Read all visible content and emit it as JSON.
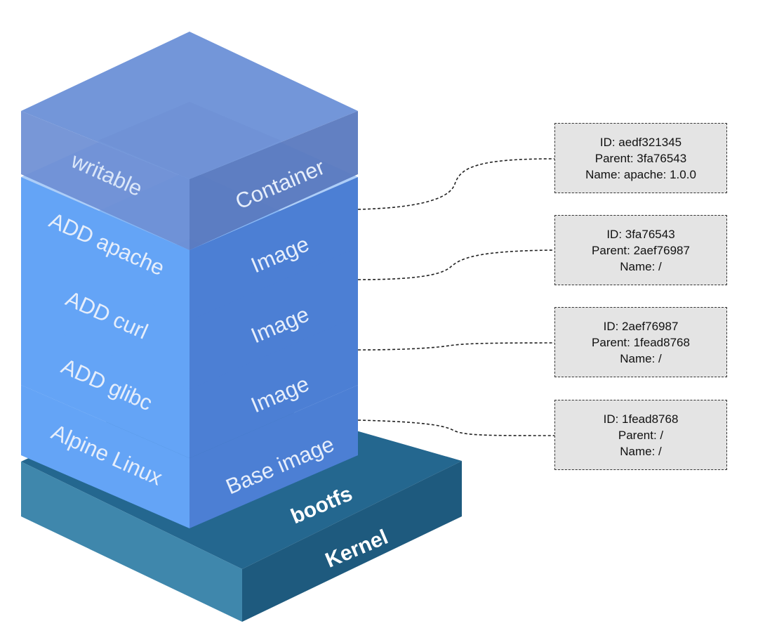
{
  "colors": {
    "container_top": "#7396d9",
    "container_left": "#6c8ed4",
    "container_right": "#5a79bf",
    "image_top": "#6aa6f2",
    "image_left": "#64a4f6",
    "image_right": "#4c7fd4",
    "kernel_top": "#24678f",
    "kernel_left": "#3f87ac",
    "kernel_right": "#1e5a7e",
    "box_fill": "#e4e4e4",
    "box_border": "#333333"
  },
  "stack": {
    "base": {
      "platform_label": "bootfs",
      "kernel_label": "Kernel"
    },
    "layers": [
      {
        "left_label": "Alpine Linux",
        "right_label": "Base image"
      },
      {
        "left_label": "ADD glibc",
        "right_label": "Image"
      },
      {
        "left_label": "ADD curl",
        "right_label": "Image"
      },
      {
        "left_label": "ADD apache",
        "right_label": "Image"
      },
      {
        "left_label": "writable",
        "right_label": "Container"
      }
    ]
  },
  "info_boxes": [
    {
      "lines": [
        "ID: aedf321345",
        "Parent: 3fa76543",
        "Name: apache: 1.0.0"
      ]
    },
    {
      "lines": [
        "ID: 3fa76543",
        "Parent: 2aef76987",
        "Name: /"
      ]
    },
    {
      "lines": [
        "ID: 2aef76987",
        "Parent: 1fead8768",
        "Name: /"
      ]
    },
    {
      "lines": [
        "ID: 1fead8768",
        "Parent: /",
        "Name: /"
      ]
    }
  ]
}
